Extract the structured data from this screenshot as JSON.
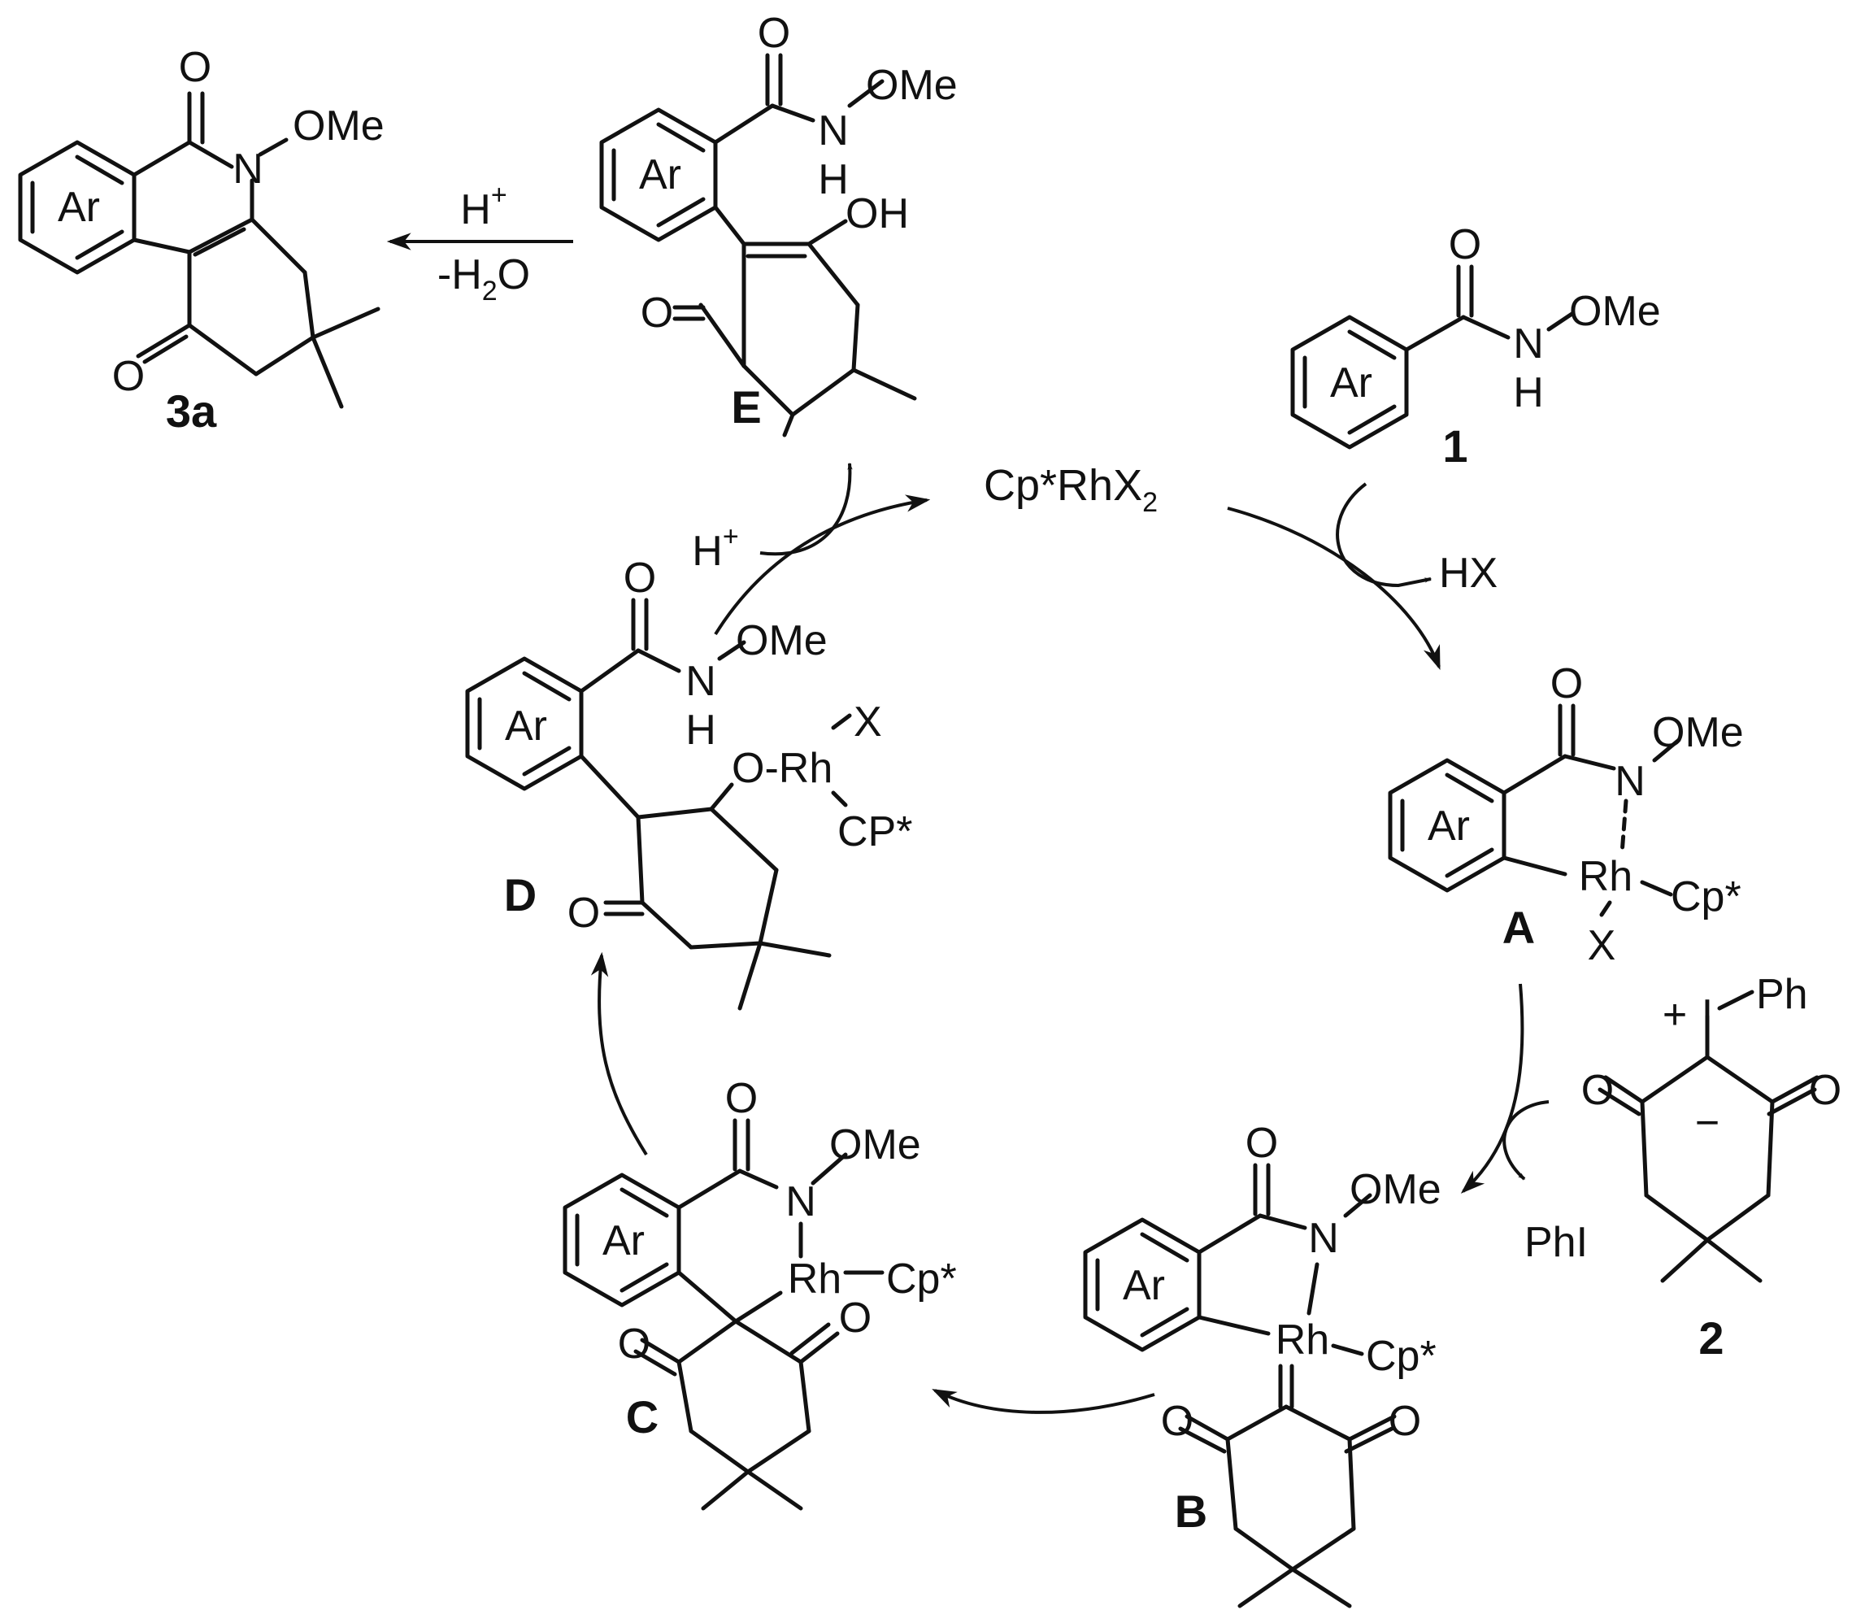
{
  "compounds": {
    "product": {
      "label": "3a",
      "ring": "Ar",
      "n_sub": "OMe",
      "o1": "O",
      "o2": "O",
      "n": "N"
    },
    "E": {
      "label": "E",
      "ring": "Ar",
      "o1": "O",
      "o2": "O",
      "oh": "OH",
      "n": "N",
      "h": "H",
      "ome": "OMe"
    },
    "substrate1": {
      "label": "1",
      "ring": "Ar",
      "o": "O",
      "n": "N",
      "h": "H",
      "ome": "OMe"
    },
    "A": {
      "label": "A",
      "ring": "Ar",
      "o": "O",
      "n": "N",
      "ome": "OMe",
      "rh": "Rh",
      "cp": "Cp*",
      "x": "X"
    },
    "reagent2": {
      "label": "2",
      "plus": "+",
      "i": "I",
      "ph": "Ph",
      "o1": "O",
      "o2": "O",
      "minus": "−"
    },
    "B": {
      "label": "B",
      "ring": "Ar",
      "o": "O",
      "n": "N",
      "ome": "OMe",
      "rh": "Rh",
      "cp": "Cp*",
      "o1": "O",
      "o2": "O"
    },
    "C": {
      "label": "C",
      "ring": "Ar",
      "o": "O",
      "n": "N",
      "ome": "OMe",
      "rh": "Rh",
      "cp": "Cp*",
      "o1": "O",
      "o2": "O"
    },
    "D": {
      "label": "D",
      "ring": "Ar",
      "o": "O",
      "n": "N",
      "h": "H",
      "ome": "OMe",
      "orh": "O-Rh",
      "x": "X",
      "cp": "CP*",
      "o2": "O"
    }
  },
  "catalyst": {
    "main": "Cp*RhX",
    "sub": "2"
  },
  "conditions": {
    "cyclization_top": "H",
    "cyclization_top_sup": "+",
    "cyclization_bottom_pre": "-H",
    "cyclization_bottom_sub": "2",
    "cyclization_bottom_post": "O",
    "protonation": "H",
    "protonation_sup": "+",
    "byproduct_hx": "HX",
    "byproduct_phi": "PhI"
  },
  "colors": {
    "ink": "#111111",
    "background": "#ffffff"
  }
}
